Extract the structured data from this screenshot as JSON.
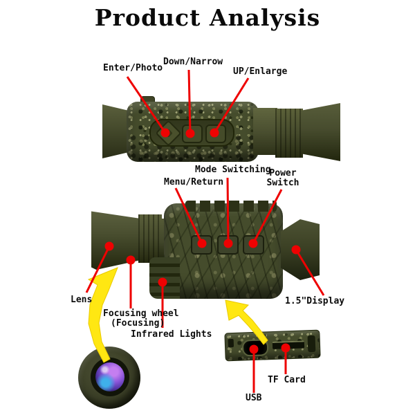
{
  "title": "Product Analysis",
  "labels": {
    "enter_photo": "Enter/Photo",
    "down_narrow": "Down/Narrow",
    "up_enlarge": "UP/Enlarge",
    "menu_return": "Menu/Return",
    "mode_switching": "Mode Switching",
    "power_line1": "Power",
    "power_line2": "Switch",
    "lens": "Lens",
    "focusing_wheel": "Focusing wheel",
    "focusing_sub": "(Focusing)",
    "infrared_lights": "Infrared Lights",
    "display": "1.5\"Display",
    "tf_card": "TF Card",
    "usb": "USB"
  },
  "colors": {
    "annotation_line_red": "#ee0202",
    "arrow_yellow": "#ffe712",
    "device_olive": "#4a4f30",
    "camo_base": "#454c2c",
    "lens_glass_purple": "#8a55d8",
    "lens_glass_blue": "#3fb0ea"
  }
}
